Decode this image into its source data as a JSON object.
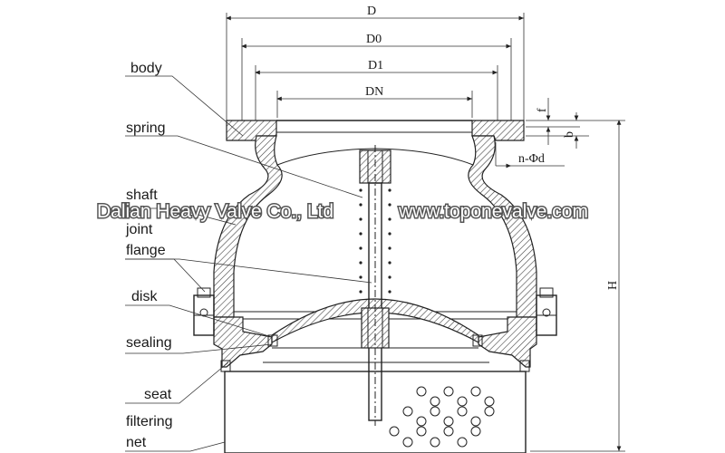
{
  "labels": {
    "body": "body",
    "spring": "spring",
    "shaft": "shaft",
    "joint": "joint",
    "flange": "flange",
    "disk": "disk",
    "sealing": "sealing",
    "seat": "seat",
    "filtering": "filtering",
    "net": "net"
  },
  "dimensions": {
    "D": "D",
    "D0": "D0",
    "D1": "D1",
    "DN": "DN",
    "f": "f",
    "b": "b",
    "holes": "n-Φd",
    "H": "H"
  },
  "watermark": {
    "company": "Dalian Heavy Valve Co., Ltd",
    "website": "www.toponevalve.com"
  },
  "colors": {
    "line": "#222222",
    "hatch": "#444444",
    "watermark_fill": "#ffffff",
    "watermark_stroke": "#555555"
  }
}
